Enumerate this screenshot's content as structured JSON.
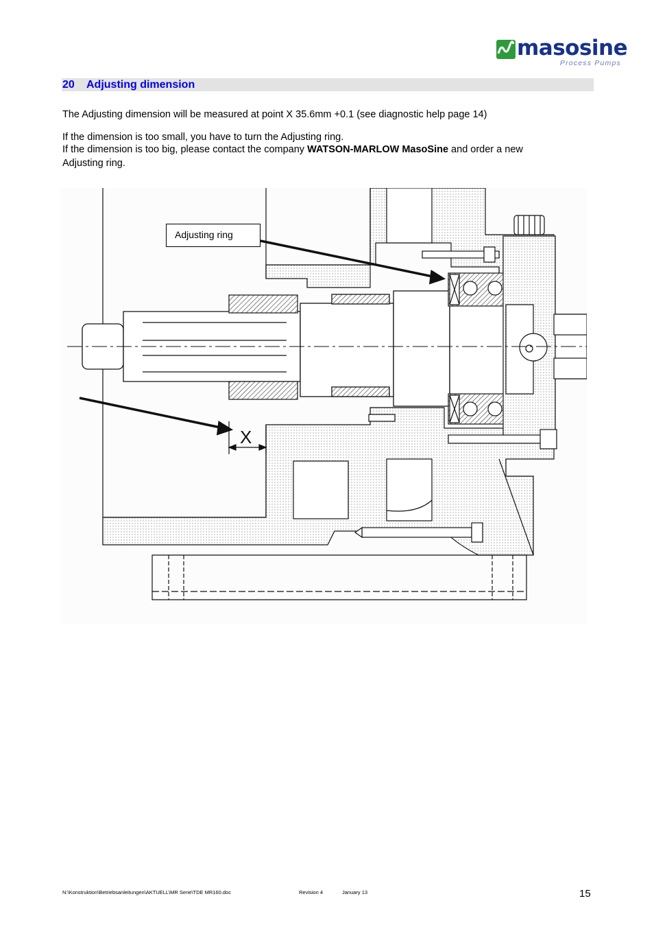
{
  "header": {
    "logo_name": "masosine",
    "logo_tagline": "Process Pumps",
    "brand_color": "#17328a",
    "logo_mark_color": "#2e9a3a"
  },
  "section": {
    "number": "20",
    "title": "Adjusting dimension",
    "title_color": "#0000e6",
    "bar_color": "#e3e3e3"
  },
  "body": {
    "p1": "The Adjusting dimension will be measured at point X 35.6mm +0.1 (see diagnostic help page 14)",
    "p2": "If the dimension is too small, you have to turn the Adjusting ring.",
    "p3_before": "If the dimension is too big, please contact the company ",
    "p3_bold": "WATSON-MARLOW MasoSine",
    "p3_after": " and order a new",
    "p4": "Adjusting ring."
  },
  "figure": {
    "callout_label": "Adjusting ring",
    "dimension_label": "X"
  },
  "footer": {
    "path": "N:\\Konstruktion\\Betriebsanleitungen\\AKTUELL\\MR Serie\\TDE MR160.doc",
    "revision": "Revision 4",
    "date": "January 13",
    "page": "15"
  }
}
